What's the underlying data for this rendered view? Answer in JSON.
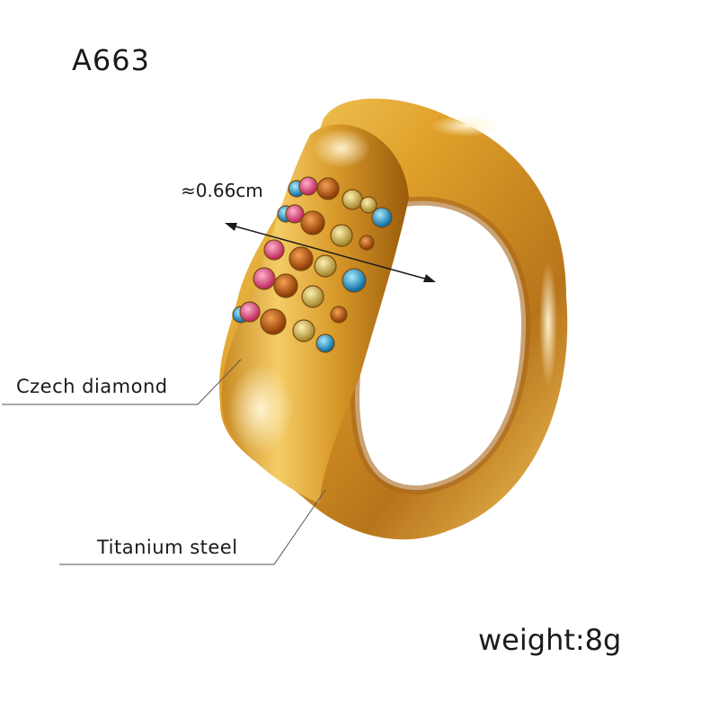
{
  "product": {
    "model": "A663",
    "width_label": "≈0.66cm",
    "weight_label": "weight:8g"
  },
  "callouts": {
    "stones": "Czech diamond",
    "metal": "Titanium steel"
  },
  "colors": {
    "background": "#ffffff",
    "gold": "#e0a12a",
    "gold_dark": "#9a5b0c",
    "stone_pink": "#e0457a",
    "stone_orange": "#c9600f",
    "stone_yellow": "#d9c36a",
    "stone_blue": "#2aa5d8"
  },
  "product_image": "gold titanium steel ring with multicolour Czech diamond stones"
}
